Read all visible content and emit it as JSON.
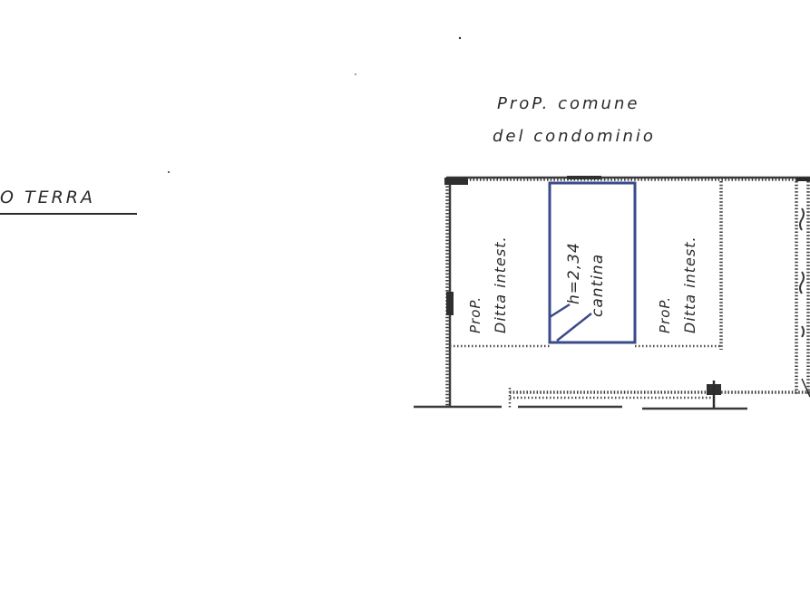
{
  "floor_title": "O TERRA",
  "top_label": {
    "line1": "ProP. comune",
    "line2": "del condominio"
  },
  "rooms": {
    "left_owner": {
      "line1": "ProP.",
      "line2": "Ditta intest."
    },
    "cantina": {
      "line1": "h=2,34",
      "line2": "cantina"
    },
    "right_owner": {
      "line1": "ProP.",
      "line2": "Ditta intest."
    }
  },
  "colors": {
    "ink": "#2a2a2a",
    "highlight_outline": "#3b4a8a"
  }
}
